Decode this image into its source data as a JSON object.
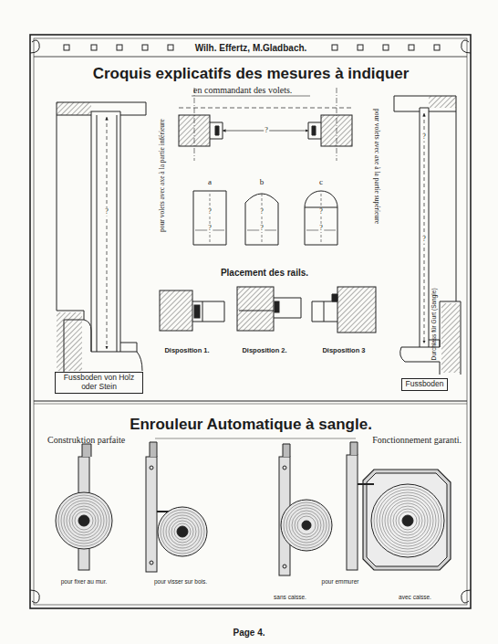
{
  "diagram": {
    "title": "Croquis explicatifs des mesures à indiquer",
    "nodes": [
      {
        "text": [
          "a",
          "?",
          "?"
        ]
      },
      {
        "text": [
          "b",
          "?",
          "?"
        ]
      },
      {
        "text": [
          "c",
          "?",
          "?"
        ]
      },
      {
        "text": [
          "Fussboden von Holz oder Stein"
        ]
      },
      {
        "text": [
          "Fussboden"
        ]
      }
    ],
    "labels": [
      "Wilh. Effertz, M.Gladbach.",
      "en commandant des volets.",
      "pour volets avec axe à la partie inférieure",
      "pour volets avec axe à la partie supérieure",
      "Placement des rails.",
      "Disposition 1.",
      "Disposition 2.",
      "Disposition 3",
      "Durchlass für Gurt (Sangle)",
      "Enrouleur Automatique à sangle.",
      "Construktion parfaite",
      "Fonctionnement garanti.",
      "pour fixer au mur.",
      "pour visser sur bois.",
      "sans caisse.",
      "pour emmurer",
      "avec caisse.",
      "Page 4.",
      "?",
      "?",
      "?",
      "?"
    ]
  }
}
